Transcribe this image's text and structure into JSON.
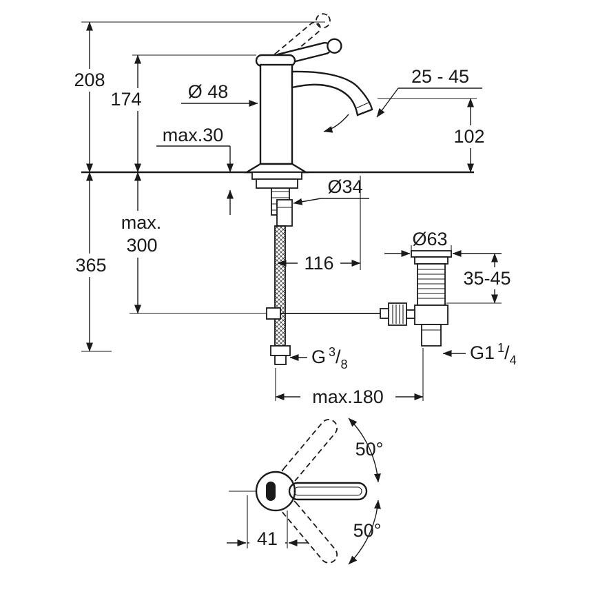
{
  "colors": {
    "ink": "#1a1a1a",
    "paper": "#ffffff"
  },
  "front_view": {
    "labels": {
      "total_height": "208",
      "body_height": "174",
      "body_diameter": "Ø 48",
      "deck_thickness_max": "max.30",
      "aerator_angle_range": "25 - 45",
      "spout_outlet_height": "102",
      "below_deck_depth": "365",
      "hose_length_max": {
        "line1": "max.",
        "line2": "300"
      },
      "mounting_hole_diameter": "Ø34",
      "spout_reach": "116"
    }
  },
  "waste_view": {
    "labels": {
      "flange_diameter": "Ø63",
      "deck_range": "35-45",
      "waste_thread": {
        "base": "G1",
        "numerator": "1",
        "slash": "/",
        "denominator": "4"
      }
    }
  },
  "connections": {
    "supply_thread": {
      "base": "G",
      "numerator": "3",
      "slash": "/",
      "denominator": "8"
    },
    "centre_distance_max": "max.180"
  },
  "top_view": {
    "labels": {
      "swing_angle_up": "50°",
      "swing_angle_down": "50°",
      "handle_offset": "41"
    }
  }
}
